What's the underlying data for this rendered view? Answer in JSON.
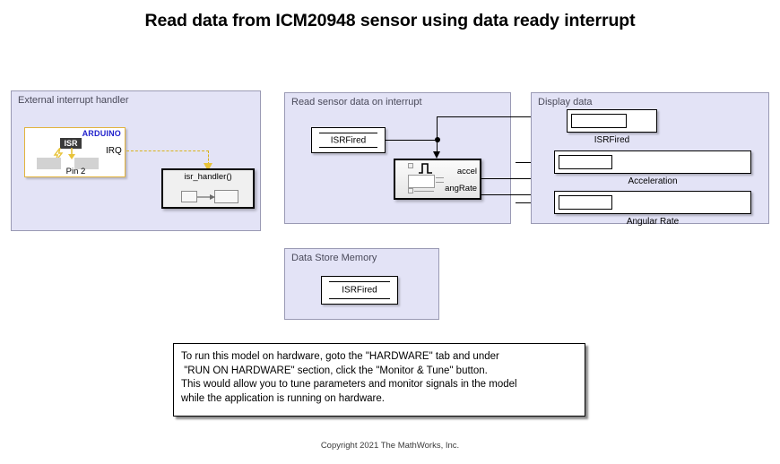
{
  "model": {
    "title": "Read data from ICM20948 sensor using data ready interrupt",
    "copyright": "Copyright 2021 The MathWorks, Inc.",
    "canvas_color": "#ffffff",
    "area_fill_color": "#e3e3f6",
    "area_border_color": "#9a9ab4",
    "signal_color": "#000000",
    "interrupt_signal_color": "#d9b31e",
    "arduino_accent_color": "#2222cc"
  },
  "areas": {
    "external_interrupt_handler": {
      "label": "External interrupt handler"
    },
    "read_sensor_data": {
      "label": "Read sensor data on interrupt"
    },
    "display_data": {
      "label": "Display data"
    },
    "data_store_memory": {
      "label": "Data Store Memory"
    }
  },
  "blocks": {
    "arduino_external_interrupt": {
      "vendor_label": "ARDUINO",
      "badge_label": "ISR",
      "pin_label": "Pin 2",
      "output_port_label": "IRQ"
    },
    "isr_handler_subsystem": {
      "label": "isr_handler()"
    },
    "data_store_read": {
      "name": "ISRFired"
    },
    "data_store_memory": {
      "name": "ISRFired"
    },
    "icm20948_sensor": {
      "output_ports": [
        "accel",
        "angRate"
      ]
    },
    "displays": [
      {
        "name": "display-isrfired",
        "label": "ISRFired",
        "value": ""
      },
      {
        "name": "display-acceleration",
        "label": "Acceleration",
        "value": ""
      },
      {
        "name": "display-angular-rate",
        "label": "Angular Rate",
        "value": ""
      }
    ]
  },
  "annotation": {
    "line1": "To run this model on hardware, goto the \"HARDWARE\" tab and under",
    "line2": " \"RUN ON HARDWARE\" section, click the \"Monitor & Tune\" button.",
    "line3": "This would allow you to tune parameters and monitor signals in the model",
    "line4": "while the application is running on hardware."
  }
}
